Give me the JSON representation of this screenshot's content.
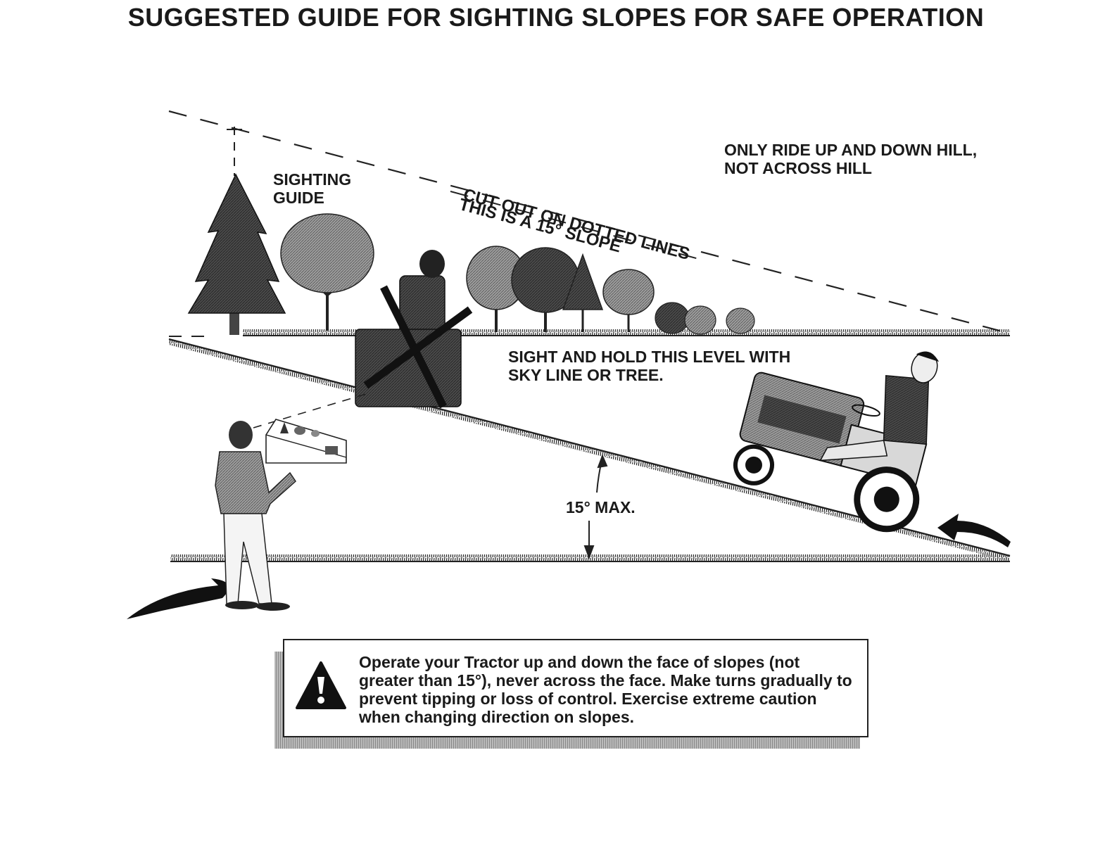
{
  "page": {
    "title": "SUGGESTED GUIDE FOR SIGHTING SLOPES FOR SAFE OPERATION"
  },
  "labels": {
    "sighting_guide": "SIGHTING\nGUIDE",
    "cut_out": "CUT OUT ON DOTTED LINES",
    "fifteen_slope": "THIS IS A 15° SLOPE",
    "ride_direction": "ONLY RIDE UP AND DOWN HILL,\nNOT ACROSS HILL",
    "sight_hold": "SIGHT AND HOLD THIS LEVEL WITH\nSKY LINE OR TREE.",
    "max_angle": "15° MAX."
  },
  "warning": {
    "icon": "warning-triangle-icon",
    "text": "Operate your Tractor up and down the face of slopes (not greater than 15°), never across the face. Make turns gradually to prevent tipping or loss of control. Exercise extreme caution when changing direction on slopes."
  },
  "colors": {
    "ink": "#1a1a1a",
    "tree_dark": "#3a3a3a",
    "tree_light": "#9a9a9a"
  }
}
